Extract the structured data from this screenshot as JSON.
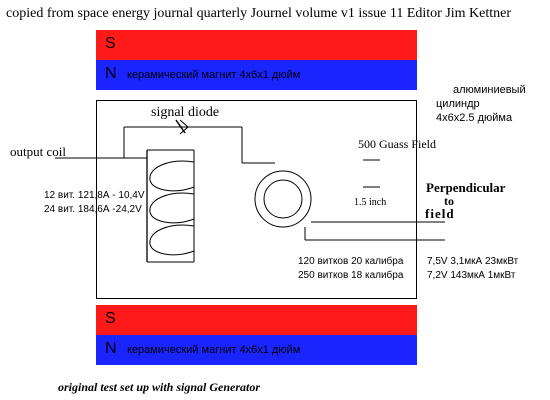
{
  "header": "copied from space energy journal quarterly Journel volume v1 issue 11  Editor Jim Kettner",
  "top_magnet": {
    "s_label": "S",
    "n_label": "N",
    "caption": "керамический магнит 4х6х1 дюйм"
  },
  "bottom_magnet": {
    "s_label": "S",
    "n_label": "N",
    "caption": "керамический магнит 4х6х1 дюйм"
  },
  "cylinder": {
    "line1": "алюминиевый",
    "line2": "цилиндр",
    "line3": "4х6х2.5 дюйма"
  },
  "signal_diode": "signal diode",
  "output_coil": "output coil",
  "coil_values": {
    "line1": "12 вит.  121,8А - 10,4V",
    "line2": "24 вит.  184,6А -24,2V"
  },
  "field": "500 Guass Field",
  "dimension": "1.5 inch",
  "perpendicular": {
    "line1": "Perpendicular",
    "line2": "to",
    "line3": "field"
  },
  "turns": {
    "line1": "120 витков 20 калибра",
    "line2": "250 витков 18 калибра"
  },
  "measurements": {
    "line1": "7,5V 3,1мкА 23мкВт",
    "line2": "7,2V 143мкА 1мкВт"
  },
  "footer": "original test set up with signal Generator"
}
